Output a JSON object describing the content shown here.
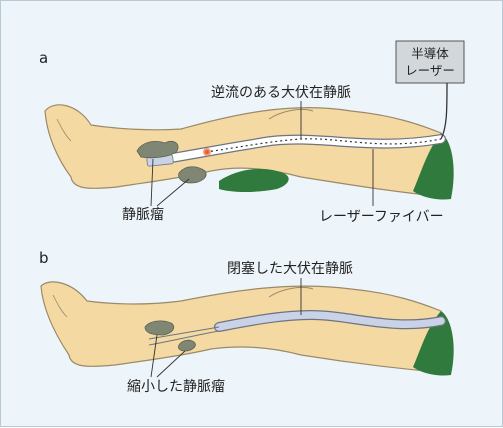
{
  "panels": [
    {
      "id": "a",
      "letter": "a",
      "labels": {
        "vein": "逆流のある大伏在静脈",
        "varicose": "静脈瘤",
        "fiber": "レーザーファイバー",
        "source_line1": "半導体",
        "source_line2": "レーザー"
      }
    },
    {
      "id": "b",
      "letter": "b",
      "labels": {
        "vein": "閉塞した大伏在静脈",
        "varicose": "縮小した静脈瘤"
      }
    }
  ],
  "colors": {
    "background": "#eef5fa",
    "skin": "#f4d9a2",
    "skin_outline": "#9a8a6a",
    "muscle": "#2f7a3c",
    "varicose": "#7f8674",
    "vein_open": "#ffffff",
    "vein_closed": "#c9d2e6",
    "fiber_tip": "#e0603a",
    "laser_box": "#d2d7dc"
  }
}
